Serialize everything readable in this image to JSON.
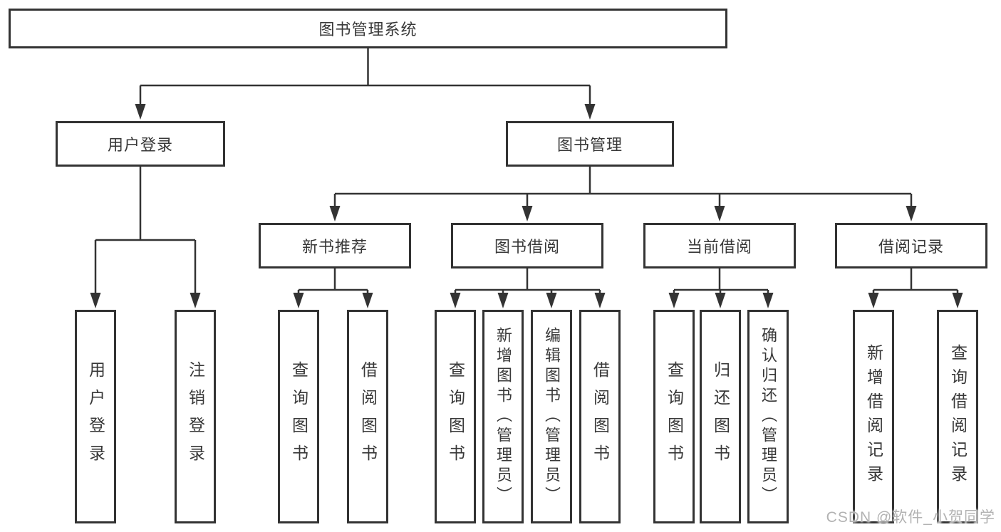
{
  "diagram": {
    "title": "图书管理系统",
    "root": {
      "label": "图书管理系统"
    },
    "level2": [
      {
        "id": "user-login",
        "label": "用户登录"
      },
      {
        "id": "book-management",
        "label": "图书管理"
      }
    ],
    "level3": [
      {
        "id": "new-book-recommendation",
        "label": "新书推荐",
        "parent": "图书管理"
      },
      {
        "id": "book-borrowing",
        "label": "图书借阅",
        "parent": "图书管理"
      },
      {
        "id": "current-borrowing",
        "label": "当前借阅",
        "parent": "图书管理"
      },
      {
        "id": "borrowing-records",
        "label": "借阅记录",
        "parent": "图书管理"
      }
    ],
    "leaves": [
      {
        "id": "user-login",
        "label": "用户登录",
        "parent": "用户登录"
      },
      {
        "id": "logout",
        "label": "注销登录",
        "parent": "用户登录"
      },
      {
        "id": "query-books-recommend",
        "label": "查询图书",
        "parent": "新书推荐"
      },
      {
        "id": "borrow-books-recommend",
        "label": "借阅图书",
        "parent": "新书推荐"
      },
      {
        "id": "query-books-borrowing",
        "label": "查询图书",
        "parent": "图书借阅"
      },
      {
        "id": "add-book-admin",
        "label": "新增图书（管理员）",
        "parent": "图书借阅"
      },
      {
        "id": "edit-book-admin",
        "label": "编辑图书（管理员）",
        "parent": "图书借阅"
      },
      {
        "id": "borrow-books-borrowing",
        "label": "借阅图书",
        "parent": "图书借阅"
      },
      {
        "id": "query-books-current",
        "label": "查询图书",
        "parent": "当前借阅"
      },
      {
        "id": "return-book",
        "label": "归还图书",
        "parent": "当前借阅"
      },
      {
        "id": "confirm-return-admin",
        "label": "确认归还（管理员）",
        "parent": "当前借阅"
      },
      {
        "id": "add-borrow-record",
        "label": "新增借阅记录",
        "parent": "借阅记录"
      },
      {
        "id": "query-borrow-record",
        "label": "查询借阅记录",
        "parent": "借阅记录"
      }
    ],
    "colors": {
      "line": "#333333",
      "border": "#333333",
      "text": "#383838",
      "background": "#ffffff",
      "watermark": "#b2b2b2"
    },
    "watermark": "CSDN @软件_小贺同学"
  }
}
